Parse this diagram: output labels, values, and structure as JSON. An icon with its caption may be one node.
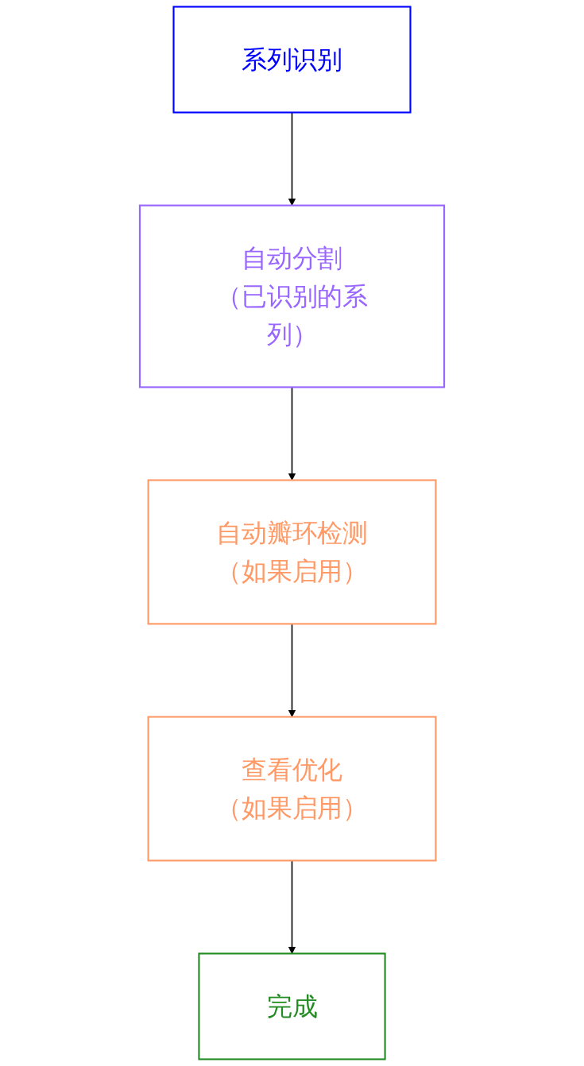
{
  "diagram": {
    "nodes": [
      {
        "text": [
          "系列识别"
        ]
      },
      {
        "text": [
          "自动分割",
          "（已识别的系列）"
        ]
      },
      {
        "text": [
          "自动瓣环检测",
          "（如果启用）"
        ]
      },
      {
        "text": [
          "查看优化",
          "（如果启用）"
        ]
      },
      {
        "text": [
          "完成"
        ]
      }
    ],
    "edges": [
      {
        "from": 0,
        "to": 1,
        "arrow": "to"
      },
      {
        "from": 1,
        "to": 2,
        "arrow": "to"
      },
      {
        "from": 2,
        "to": 3,
        "arrow": "to"
      },
      {
        "from": 3,
        "to": 4,
        "arrow": "to"
      }
    ]
  }
}
